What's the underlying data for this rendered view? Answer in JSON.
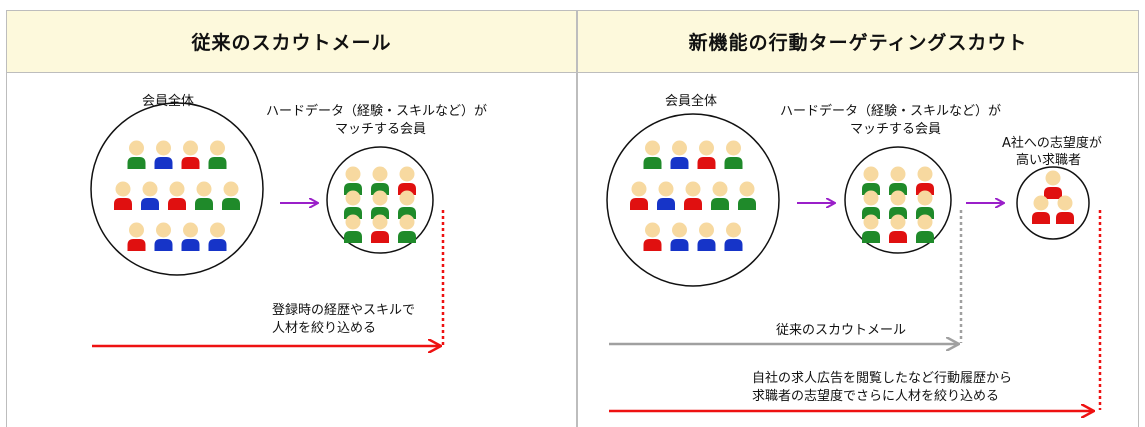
{
  "left_panel": {
    "title": "従来のスカウトメール",
    "label_all_members": "会員全体",
    "label_hard_data_line1": "ハードデータ（経験・スキルなど）が",
    "label_hard_data_line2": "マッチする会員",
    "label_narrow_line1": "登録時の経歴やスキルで",
    "label_narrow_line2": "人材を絞り込める"
  },
  "right_panel": {
    "title": "新機能の行動ターゲティングスカウト",
    "label_all_members": "会員全体",
    "label_hard_data_line1": "ハードデータ（経験・スキルなど）が",
    "label_hard_data_line2": "マッチする会員",
    "label_high_intent_line1": "A社への志望度が",
    "label_high_intent_line2": "高い求職者",
    "label_traditional": "従来のスカウトメール",
    "label_behavior_line1": "自社の求人広告を閲覧したなど行動履歴から",
    "label_behavior_line2": "求職者の志望度でさらに人材を絞り込める"
  },
  "colors": {
    "header_bg": "#fdf9dc",
    "head": "#f7d9a0",
    "green": "#1f8a2a",
    "blue": "#1634c8",
    "red": "#e01010",
    "purple": "#9a1fc9",
    "arrow_red": "#ee1111",
    "arrow_gray": "#a0a0a0"
  },
  "groups": {
    "left_all": [
      [
        "green",
        "blue",
        "red",
        "green"
      ],
      [
        "red",
        "blue",
        "red",
        "green",
        "green"
      ],
      [
        "red",
        "blue",
        "blue",
        "blue"
      ]
    ],
    "left_match": [
      [
        "green",
        "green",
        "red"
      ],
      [
        "green",
        "green",
        "green"
      ],
      [
        "green",
        "red",
        "green"
      ]
    ],
    "right_all": [
      [
        "green",
        "blue",
        "red",
        "green"
      ],
      [
        "red",
        "blue",
        "red",
        "green",
        "green"
      ],
      [
        "red",
        "blue",
        "blue",
        "blue"
      ]
    ],
    "right_match": [
      [
        "green",
        "green",
        "red"
      ],
      [
        "green",
        "green",
        "green"
      ],
      [
        "green",
        "red",
        "green"
      ]
    ],
    "right_final": [
      [
        "red"
      ],
      [
        "red",
        "red"
      ]
    ]
  }
}
